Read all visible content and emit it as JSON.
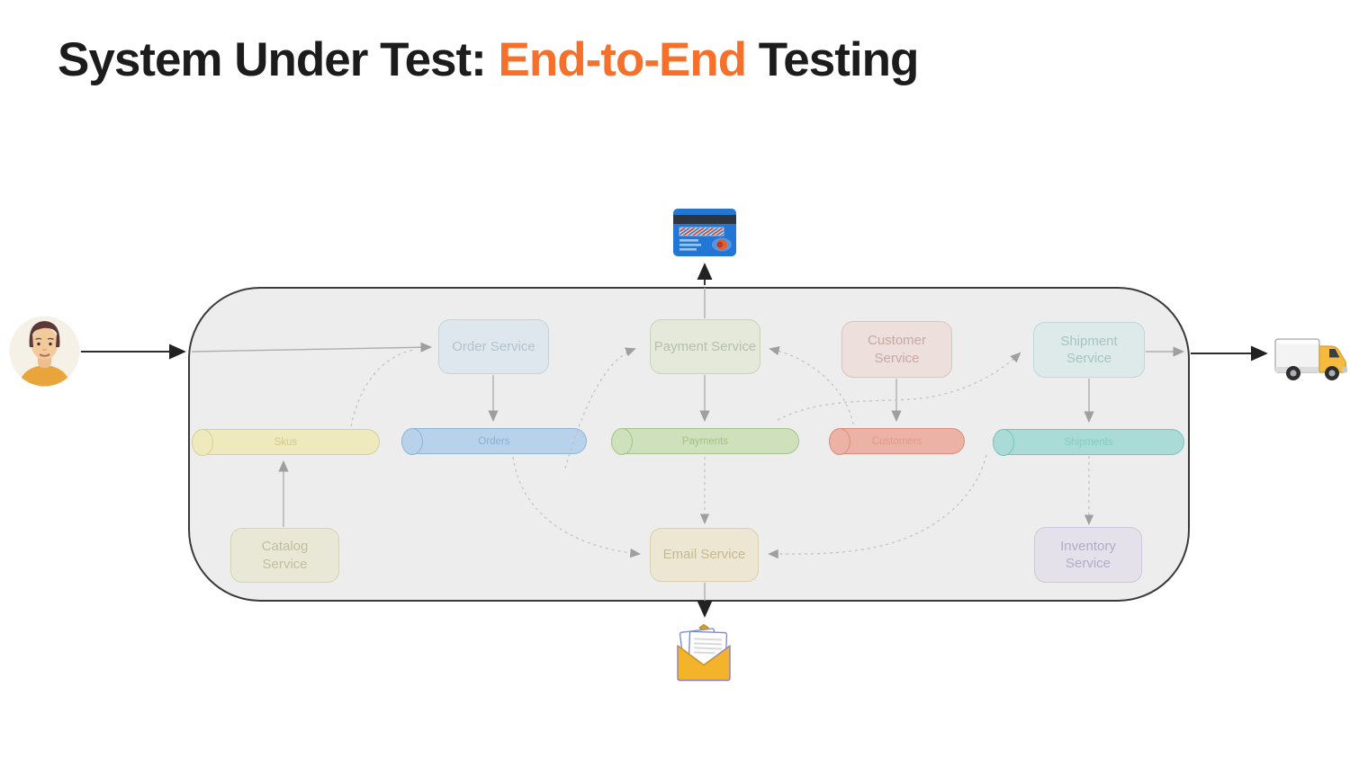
{
  "title": {
    "text_before": "System Under Test: ",
    "highlight": "End-to-End",
    "text_after": " Testing",
    "highlight_color": "#f4702b",
    "text_color": "#1c1c1c"
  },
  "system_boundary": {
    "fill": "#ededed",
    "border": "#3a3a3a"
  },
  "services": {
    "order": {
      "label": "Order Service",
      "fill": "#dee7ee"
    },
    "payment": {
      "label": "Payment Service",
      "fill": "#e4e9da"
    },
    "customer": {
      "label": "Customer Service",
      "fill": "#eddfdc"
    },
    "shipment": {
      "label": "Shipment Service",
      "fill": "#ddeae9"
    },
    "catalog": {
      "label": "Catalog Service",
      "fill": "#e9e8d6"
    },
    "email": {
      "label": "Email Service",
      "fill": "#ece6d2"
    },
    "inventory": {
      "label": "Inventory Service",
      "fill": "#e4e1eb"
    }
  },
  "databases": {
    "skus": {
      "label": "Skus",
      "fill": "#efe9be"
    },
    "orders": {
      "label": "Orders",
      "fill": "#b7d2ea"
    },
    "payments": {
      "label": "Payments",
      "fill": "#cfe0bc"
    },
    "customers": {
      "label": "Customers",
      "fill": "#ecb2a6"
    },
    "shipments": {
      "label": "Shipments",
      "fill": "#abdbd6"
    }
  },
  "external_actors": {
    "user": {
      "icon": "user-avatar-icon"
    },
    "payment_gateway": {
      "icon": "credit-card-icon"
    },
    "email_recipient": {
      "icon": "open-envelope-icon"
    },
    "delivery": {
      "icon": "delivery-truck-icon"
    }
  },
  "flows": {
    "solid": [
      "user -> order-service",
      "order-service -> orders-db",
      "payment-service -> payments-db",
      "payment-service -> payment-gateway",
      "customer-service -> customers-db",
      "shipment-service -> shipments-db",
      "shipment-service -> delivery",
      "catalog-service -> skus-db",
      "email-service -> email-recipient"
    ],
    "dashed": [
      "skus-db -> order-service",
      "orders-db -> payment-service",
      "orders-db -> email-service",
      "customers-db -> payment-service",
      "payments-db -> shipment-service",
      "payments-db -> email-service",
      "shipments-db -> email-service",
      "shipments-db -> inventory-service"
    ]
  }
}
